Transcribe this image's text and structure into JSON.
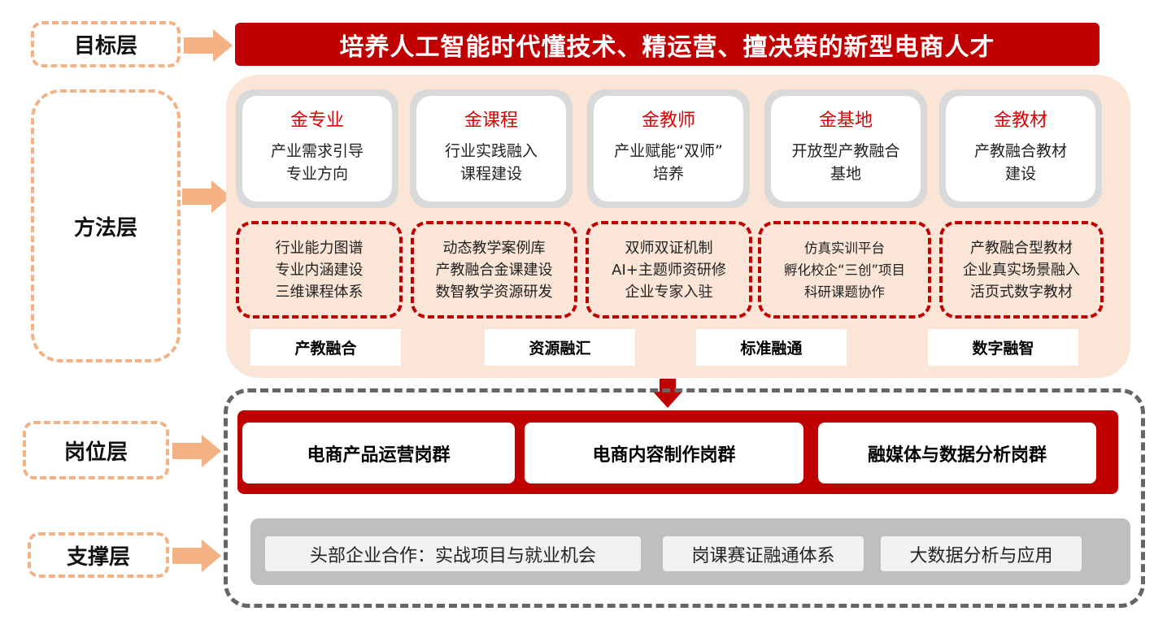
{
  "layers": {
    "goal": "目标层",
    "method": "方法层",
    "post": "岗位层",
    "support": "支撑层"
  },
  "goal_title": "培养人工智能时代懂技术、精运营、擅决策的新型电商人才",
  "golds": [
    {
      "title": "金专业",
      "lines": [
        "产业需求引导",
        "专业方向"
      ]
    },
    {
      "title": "金课程",
      "lines": [
        "行业实践融入",
        "课程建设"
      ]
    },
    {
      "title": "金教师",
      "lines": [
        "产业赋能“双师”",
        "培养"
      ]
    },
    {
      "title": "金基地",
      "lines": [
        "开放型产教融合",
        "基地"
      ]
    },
    {
      "title": "金教材",
      "lines": [
        "产教融合教材",
        "建设"
      ]
    }
  ],
  "measures": [
    [
      "行业能力图谱",
      "专业内涵建设",
      "三维课程体系"
    ],
    [
      "动态教学案例库",
      "产教融合金课建设",
      "数智教学资源研发"
    ],
    [
      "双师双证机制",
      "AI+主题师资研修",
      "企业专家入驻"
    ],
    [
      "仿真实训平台",
      "孵化校企“三创”项目",
      "科研课题协作"
    ],
    [
      "产教融合型教材",
      "企业真实场景融入",
      "活页式数字教材"
    ]
  ],
  "tags": [
    "产教融合",
    "资源融汇",
    "标准融通",
    "数字融智"
  ],
  "posts": [
    "电商产品运营岗群",
    "电商内容制作岗群",
    "融媒体与数据分析岗群"
  ],
  "supports": [
    "头部企业合作：实战项目与就业机会",
    "岗课赛证融通体系",
    "大数据分析与应用"
  ],
  "colors": {
    "red": "#c00000",
    "peach": "#fbe5d6",
    "orange": "#f4b183",
    "grey": "#bfbfbf"
  }
}
